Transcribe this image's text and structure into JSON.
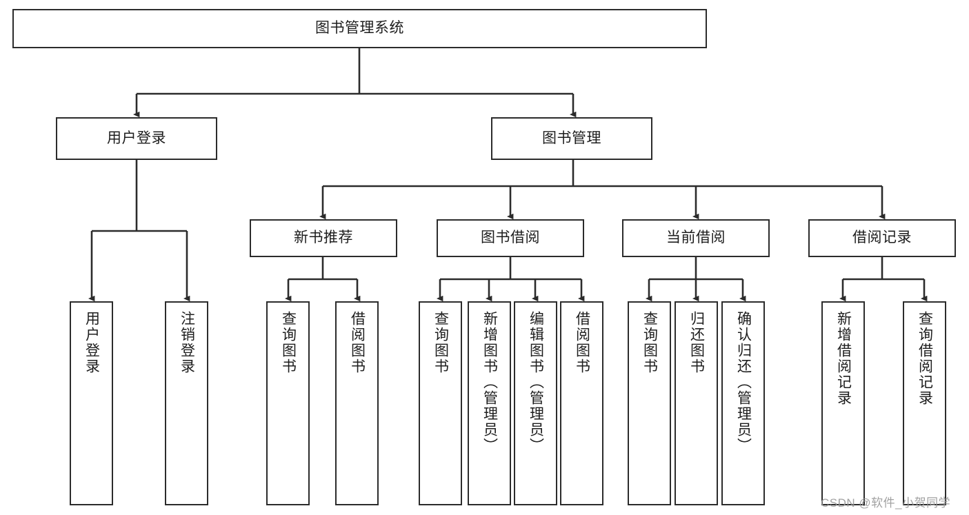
{
  "diagram": {
    "type": "tree-hierarchy-chart",
    "title": "图书管理系统",
    "colors": {
      "stroke": "#2b2b2b",
      "fill": "#ffffff",
      "text": "#1d1d1d",
      "watermark": "#9a9a9a"
    },
    "levels": {
      "root": {
        "label": "图书管理系统"
      },
      "level2": [
        {
          "label": "用户登录"
        },
        {
          "label": "图书管理"
        }
      ],
      "level3": [
        {
          "label": "新书推荐"
        },
        {
          "label": "图书借阅"
        },
        {
          "label": "当前借阅"
        },
        {
          "label": "借阅记录"
        }
      ],
      "leaves": {
        "user_login": [
          {
            "label": "用户登录"
          },
          {
            "label": "注销登录"
          }
        ],
        "new_book_recommend": [
          {
            "label": "查询图书"
          },
          {
            "label": "借阅图书"
          }
        ],
        "book_borrow": [
          {
            "label": "查询图书"
          },
          {
            "label": "新增图书（管理员）"
          },
          {
            "label": "编辑图书（管理员）"
          },
          {
            "label": "借阅图书"
          }
        ],
        "current_borrow": [
          {
            "label": "查询图书"
          },
          {
            "label": "归还图书"
          },
          {
            "label": "确认归还（管理员）"
          }
        ],
        "borrow_record": [
          {
            "label": "新增借阅记录"
          },
          {
            "label": "查询借阅记录"
          }
        ]
      }
    },
    "watermark": "CSDN @软件_小贺同学"
  }
}
